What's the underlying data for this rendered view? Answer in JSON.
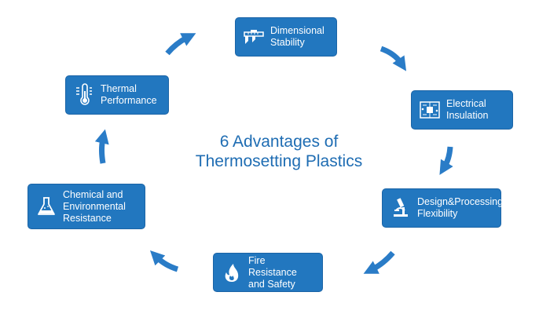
{
  "title": {
    "line1": "6 Advantages of",
    "line2": "Thermosetting Plastics"
  },
  "colors": {
    "box": "#2277bf",
    "box_border": "#1b64a6",
    "arrow": "#2a7cc7",
    "title": "#1f6db3"
  },
  "advantages": [
    {
      "line1": "Dimensional",
      "line2": "Stability",
      "icon": "caliper-icon"
    },
    {
      "line1": "Electrical",
      "line2": "Insulation",
      "icon": "circuit-board-icon"
    },
    {
      "line1": "Design&Processing",
      "line2": "Flexibility",
      "icon": "microscope-icon"
    },
    {
      "line1": "Fire Resistance",
      "line2": "and Safety",
      "icon": "fire-icon"
    },
    {
      "line1": "Chemical and",
      "line2": "Environmental",
      "line3": "Resistance",
      "icon": "flask-icon"
    },
    {
      "line1": "Thermal",
      "line2": "Performance",
      "icon": "thermometer-icon"
    }
  ]
}
